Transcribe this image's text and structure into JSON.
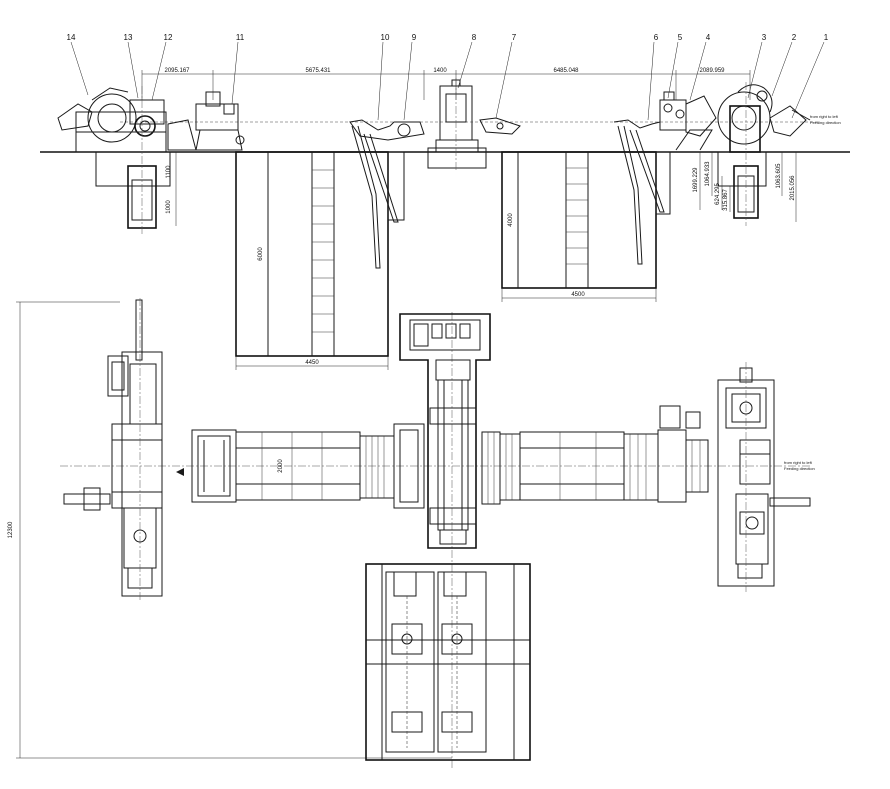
{
  "callouts": [
    "1",
    "2",
    "3",
    "4",
    "5",
    "6",
    "7",
    "8",
    "9",
    "10",
    "11",
    "12",
    "13",
    "14"
  ],
  "top_dimensions": [
    "2095.167",
    "5675.431",
    "1400",
    "6485.048",
    "2089.959"
  ],
  "left_vertical_dimensions": [
    "1100",
    "1000"
  ],
  "right_vertical_dimensions": [
    "1699.229",
    "1064.933",
    "624.295",
    "315.867",
    "1063.605",
    "2015.056"
  ],
  "pit_dimensions": {
    "left_pit_depth": "6000",
    "left_pit_width": "4450",
    "right_pit_depth": "4000",
    "right_pit_width": "4500"
  },
  "plan_dimensions": {
    "strip_width": "2000",
    "overall_length": "12300"
  },
  "direction_notes": {
    "elevation": [
      "from right to left",
      "Feeding direction"
    ],
    "plan": [
      "from right to left",
      "Feeding direction"
    ]
  },
  "colors": {
    "line": "#1a1a1a",
    "background": "#ffffff"
  }
}
